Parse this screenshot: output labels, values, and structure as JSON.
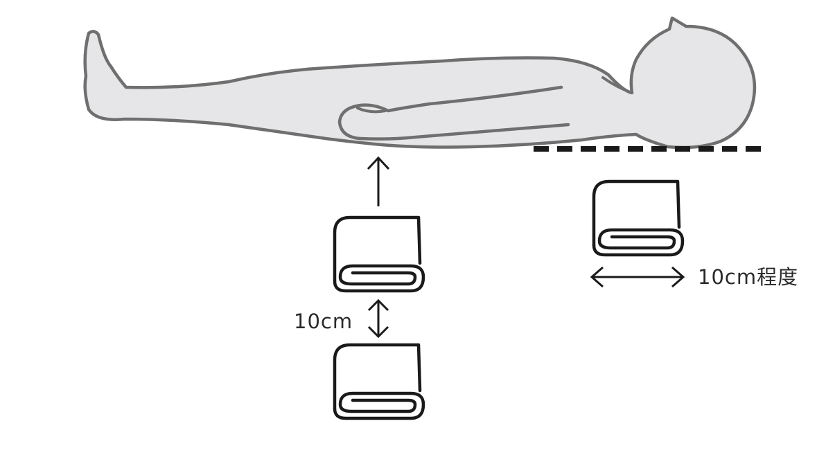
{
  "diagram": {
    "labels": {
      "towel_thickness": "10cm",
      "towel_width": "10cm程度"
    },
    "colors": {
      "body_fill": "#e6e6e8",
      "body_outline": "#6f6f6f",
      "line": "#1a1a1a",
      "background": "#ffffff"
    },
    "icons": [
      "person-lying-supine",
      "folded-towel",
      "folded-towel",
      "folded-towel",
      "arrow-up",
      "double-arrow-vertical",
      "double-arrow-horizontal",
      "dashed-line"
    ]
  }
}
